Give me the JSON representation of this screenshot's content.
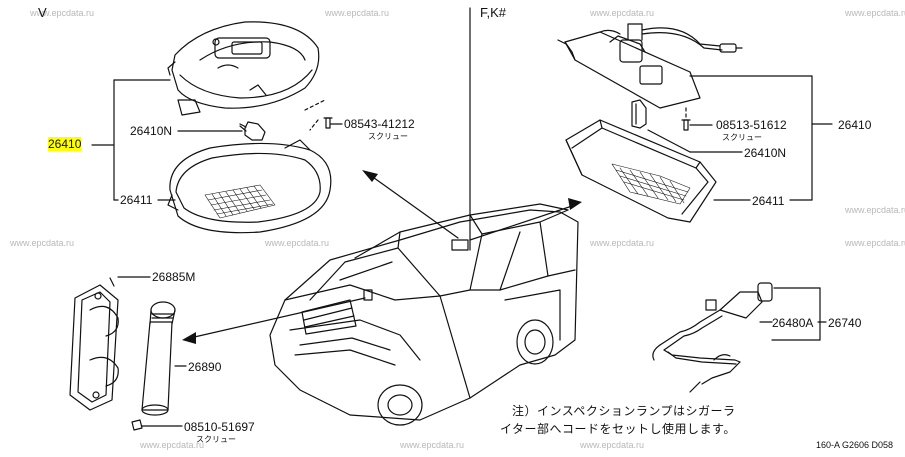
{
  "headers": {
    "left_variant": "V",
    "right_variant": "F,K#"
  },
  "labels": {
    "p26410_main": "26410",
    "p26410N_left": "26410N",
    "p26411_left": "26411",
    "p08543": "08543-41212",
    "screw_left": "スクリュー",
    "p08513": "08513-51612",
    "screw_right": "スクリュー",
    "p26410_right": "26410",
    "p26410N_right": "26410N",
    "p26411_right": "26411",
    "p26885M": "26885M",
    "p26890": "26890",
    "p08510": "08510-51697",
    "screw_bottom": "スクリュー",
    "p26480A": "26480A",
    "p26740": "26740"
  },
  "note": {
    "line1": "注）インスペクションランプはシガーラ",
    "line2": "イター部へコードをセットし使用します。"
  },
  "footer_code": "160-A G2606 D058",
  "watermarks": [
    "www.epcdata.ru",
    "www.epcdata.ru",
    "www.epcdata.ru",
    "www.epcdata.ru",
    "www.epcdata.ru",
    "www.epcdata.ru",
    "www.epcdata.ru",
    "www.epcdata.ru",
    "www.epcdata.ru",
    "www.epcdata.ru",
    "www.epcdata.ru",
    "www.epcdata.ru"
  ],
  "colors": {
    "highlight": "#ffff00",
    "ink": "#111111",
    "watermark": "#b8b8b8"
  }
}
